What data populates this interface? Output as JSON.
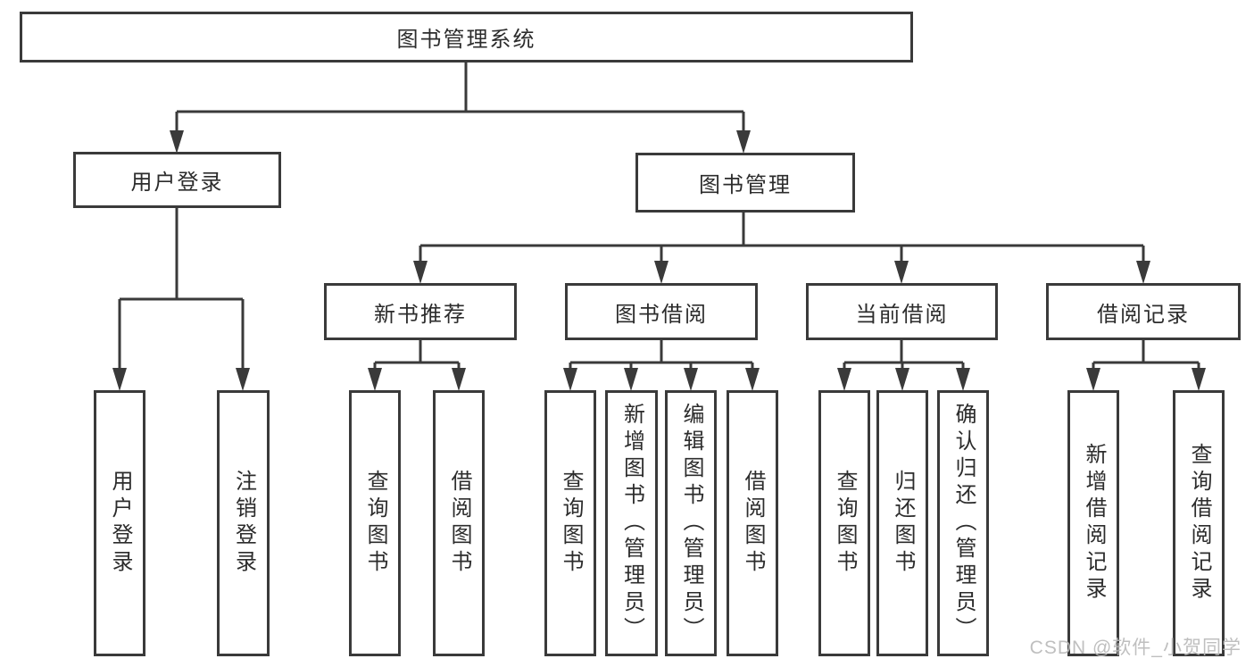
{
  "tree": {
    "root": {
      "label": "图书管理系统"
    },
    "branches": [
      {
        "label": "用户登录",
        "children": [
          {
            "label": "用户登录"
          },
          {
            "label": "注销登录"
          }
        ]
      },
      {
        "label": "图书管理",
        "children": [
          {
            "label": "新书推荐",
            "children": [
              {
                "label": "查询图书"
              },
              {
                "label": "借阅图书"
              }
            ]
          },
          {
            "label": "图书借阅",
            "children": [
              {
                "label": "查询图书"
              },
              {
                "label": "新增图书（管理员）"
              },
              {
                "label": "编辑图书（管理员）"
              },
              {
                "label": "借阅图书"
              }
            ]
          },
          {
            "label": "当前借阅",
            "children": [
              {
                "label": "查询图书"
              },
              {
                "label": "归还图书"
              },
              {
                "label": "确认归还（管理员）"
              }
            ]
          },
          {
            "label": "借阅记录",
            "children": [
              {
                "label": "新增借阅记录"
              },
              {
                "label": "查询借阅记录"
              }
            ]
          }
        ]
      }
    ]
  },
  "watermark": {
    "text": "CSDN @软件_小贺同学"
  },
  "colors": {
    "line": "#3a3a3a",
    "text": "#2c2c2c",
    "background": "#ffffff",
    "watermark": "#bababa"
  }
}
